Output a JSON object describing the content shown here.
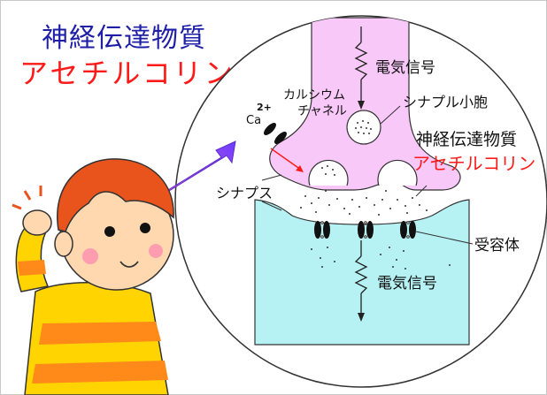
{
  "title": {
    "line1": "神経伝達物質",
    "line2": "アセチルコリン"
  },
  "diagram": {
    "signal_top": "電気信号",
    "calcium_channel": "カルシウム\nチャネル",
    "ion_base": "Ca",
    "ion_charge": "2+",
    "vesicle": "シナプル小胞",
    "neurotransmitter_line1": "神経伝達物質",
    "neurotransmitter_line2": "アセチルコリン",
    "synapse": "シナプス",
    "receptor": "受容体",
    "signal_bottom": "電気信号"
  },
  "colors": {
    "title_blue": "#1e1ea6",
    "accent_red": "#ff1a1a",
    "presynaptic_pink": "#f8c8f8",
    "postsynaptic_cyan": "#b6f2f4"
  }
}
